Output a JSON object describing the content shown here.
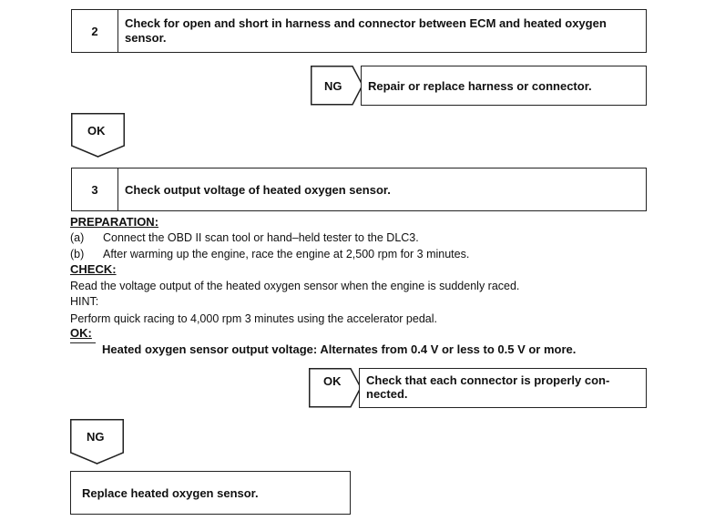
{
  "step2": {
    "number": "2",
    "text": "Check for open and short in harness and connector between ECM and heated oxygen sensor."
  },
  "ng_branch_1": {
    "label": "NG",
    "action": "Repair or replace harness or connector."
  },
  "ok_flow_1": {
    "label": "OK"
  },
  "step3": {
    "number": "3",
    "text": "Check output voltage of heated oxygen sensor."
  },
  "preparation": {
    "heading": "PREPARATION:",
    "items": [
      {
        "marker": "(a)",
        "text": "Connect the OBD II scan tool or hand–held tester to the DLC3."
      },
      {
        "marker": "(b)",
        "text": "After warming up the engine, race the engine at 2,500 rpm for 3 minutes."
      }
    ]
  },
  "check": {
    "heading": "CHECK:",
    "text": "Read the voltage output of the heated oxygen sensor when the engine is suddenly raced."
  },
  "hint": {
    "heading": "HINT:",
    "text": "Perform quick racing to 4,000 rpm 3 minutes using the accelerator pedal."
  },
  "ok_spec": {
    "heading": "OK:",
    "text": "Heated oxygen sensor output voltage: Alternates from 0.4 V or less to 0.5 V or more."
  },
  "ok_branch_2": {
    "label": "OK",
    "action_line1": "Check that each connector is properly con-",
    "action_line2": "nected."
  },
  "ng_flow_2": {
    "label": "NG"
  },
  "final_action": {
    "text": "Replace heated oxygen sensor."
  }
}
